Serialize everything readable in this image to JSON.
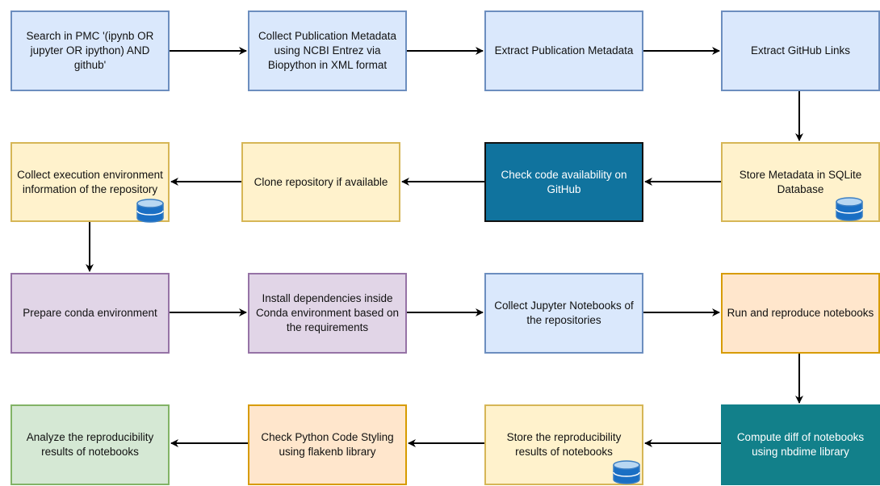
{
  "nodes": {
    "search_pmc": "Search in PMC '(ipynb OR jupyter OR ipython) AND github'",
    "collect_metadata": "Collect Publication Metadata using NCBI Entrez via Biopython in XML format",
    "extract_metadata": "Extract Publication Metadata",
    "extract_github_links": "Extract GitHub Links",
    "store_metadata": "Store Metadata in SQLite Database",
    "check_code_availability": "Check code availability on GitHub",
    "clone_repository": "Clone repository if available",
    "collect_env_info": "Collect execution environment information of the repository",
    "prepare_conda": "Prepare conda environment",
    "install_dependencies": "Install dependencies inside Conda environment based on the requirements",
    "collect_notebooks": "Collect Jupyter Notebooks of the repositories",
    "run_reproduce": "Run and reproduce notebooks",
    "compute_diff": "Compute diff of notebooks using nbdime library",
    "store_results": "Store the reproducibility results of notebooks",
    "check_styling": "Check Python Code Styling using flakenb library",
    "analyze_results": "Analyze the reproducibility results of notebooks"
  },
  "icons": {
    "database": "database-icon"
  },
  "colors": {
    "blue_fill": "#dae8fc",
    "yellow_fill": "#fff2cc",
    "purple_fill": "#e1d5e7",
    "orange_fill": "#ffe6cc",
    "green_fill": "#d5e8d4",
    "dark_blue_fill": "#10739e",
    "teal_fill": "#12808a",
    "arrow": "#000000"
  }
}
